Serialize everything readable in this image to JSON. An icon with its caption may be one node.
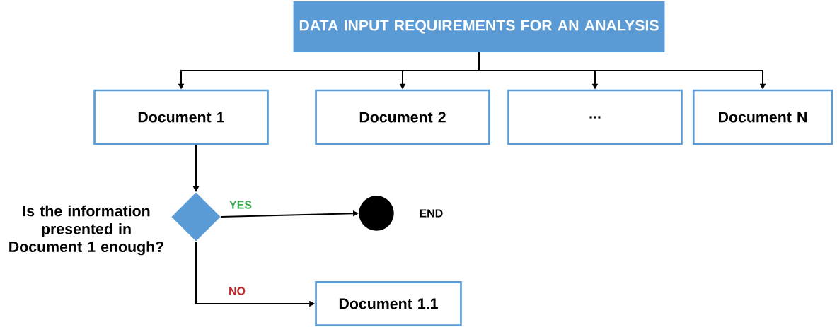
{
  "diagram": {
    "nodes": [
      {
        "text": [
          "DATA INPUT REQUIREMENTS FOR AN ANALYSIS"
        ]
      },
      {
        "text": [
          "Document 1"
        ]
      },
      {
        "text": [
          "Document 2"
        ]
      },
      {
        "text": [
          "..."
        ]
      },
      {
        "text": [
          "Document N"
        ]
      },
      {
        "text": [],
        "shape": "diamond",
        "beside": [
          "Is the information presented in Document 1 enough?"
        ]
      },
      {
        "text": [],
        "shape": "circle",
        "beside": [
          "END"
        ]
      },
      {
        "text": [
          "Document 1.1"
        ]
      }
    ],
    "edges": [
      {
        "from": 0,
        "to": 1,
        "arrow": "to"
      },
      {
        "from": 0,
        "to": 2,
        "arrow": "to"
      },
      {
        "from": 0,
        "to": 3,
        "arrow": "to"
      },
      {
        "from": 0,
        "to": 4,
        "arrow": "to"
      },
      {
        "from": 1,
        "to": 5,
        "arrow": "to"
      },
      {
        "from": 5,
        "to": 6,
        "arrow": "to",
        "label": "YES"
      },
      {
        "from": 5,
        "to": 7,
        "arrow": "to",
        "label": "NO"
      }
    ]
  }
}
